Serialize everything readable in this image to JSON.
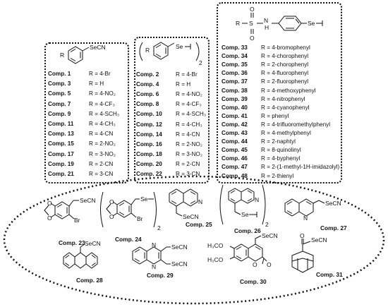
{
  "box1": {
    "struct": {
      "R": "R",
      "se": "SeCN"
    },
    "rows": [
      {
        "comp": "Comp. 1",
        "r": "R = 4-Br"
      },
      {
        "comp": "Comp. 3",
        "r": "R = H"
      },
      {
        "comp": "Comp. 5",
        "r": "R = 4-NO₂"
      },
      {
        "comp": "Comp. 7",
        "r": "R = 4-CF₃"
      },
      {
        "comp": "Comp. 9",
        "r": "R = 4-SCH₃"
      },
      {
        "comp": "Comp. 11",
        "r": "R = 4-CH₃"
      },
      {
        "comp": "Comp. 13",
        "r": "R = 4-CN"
      },
      {
        "comp": "Comp. 15",
        "r": "R = 2-NO₂"
      },
      {
        "comp": "Comp. 17",
        "r": "R = 3-NO₂"
      },
      {
        "comp": "Comp. 19",
        "r": "R = 2-CN"
      },
      {
        "comp": "Comp. 21",
        "r": "R = 3-CN"
      }
    ]
  },
  "box2": {
    "struct": {
      "R": "R",
      "se": "Se",
      "sub": "2"
    },
    "rows": [
      {
        "comp": "Comp. 2",
        "r": "R = 4-Br"
      },
      {
        "comp": "Comp. 4",
        "r": "R = H"
      },
      {
        "comp": "Comp. 6",
        "r": "R = 4-NO₂"
      },
      {
        "comp": "Comp. 8",
        "r": "R = 4-CF₃"
      },
      {
        "comp": "Comp. 10",
        "r": "R = 4-SCH₃"
      },
      {
        "comp": "Comp. 12",
        "r": "R = 4-CH₃"
      },
      {
        "comp": "Comp. 14",
        "r": "R = 4-CN"
      },
      {
        "comp": "Comp. 16",
        "r": "R = 2-NO₂"
      },
      {
        "comp": "Comp. 18",
        "r": "R = 3-NO₂"
      },
      {
        "comp": "Comp. 20",
        "r": "R = 2-CN"
      },
      {
        "comp": "Comp. 22",
        "r": "R = 3-CN"
      }
    ]
  },
  "box3": {
    "struct": {
      "R": "R",
      "S": "S",
      "O": "O",
      "N": "N",
      "H": "H",
      "se": "Se"
    },
    "rows": [
      {
        "comp": "Comp. 33",
        "r": "R = 4-bromophenyl"
      },
      {
        "comp": "Comp. 34",
        "r": "R = 4-chorophenyl"
      },
      {
        "comp": "Comp. 35",
        "r": "R = 2-chorophenyl"
      },
      {
        "comp": "Comp. 36",
        "r": "R = 4-fluorophenyl"
      },
      {
        "comp": "Comp. 37",
        "r": "R = 2-fluorophenyl"
      },
      {
        "comp": "Comp. 38",
        "r": "R = 4-methoxyphenyl"
      },
      {
        "comp": "Comp. 39",
        "r": "R = 4-nitrophenyl"
      },
      {
        "comp": "Comp. 40",
        "r": "R = 4-cyanophenyl"
      },
      {
        "comp": "Comp. 41",
        "r": "R = phenyl"
      },
      {
        "comp": "Comp. 42",
        "r": "R = 4-trifluoromethylphenyl"
      },
      {
        "comp": "Comp. 43",
        "r": "R = 4-methylphenyl"
      },
      {
        "comp": "Comp. 44",
        "r": "R = 2-naphtyl"
      },
      {
        "comp": "Comp. 45",
        "r": "R = 8-quinolinyl"
      },
      {
        "comp": "Comp. 46",
        "r": "R = 4-byphenyl"
      },
      {
        "comp": "Comp. 47",
        "r": "R = 2-(1-methyl-1H-imidazolyl)"
      },
      {
        "comp": "Comp. 48",
        "r": "R = 2-thienyl"
      }
    ]
  },
  "ellipse": {
    "c23": {
      "label": "Comp. 23",
      "se": "SeCN",
      "br": "Br",
      "o1": "O",
      "o2": "O"
    },
    "c24": {
      "label": "Comp. 24",
      "se": "Se",
      "br": "Br",
      "o1": "O",
      "o2": "O",
      "sub": "2"
    },
    "c25": {
      "label": "Comp. 25",
      "n": "N",
      "se": "SeCN"
    },
    "c26": {
      "label": "Comp. 26",
      "n": "N",
      "se": "Se",
      "sub": "2"
    },
    "c27": {
      "label": "Comp. 27",
      "n": "N",
      "se": "SeCN"
    },
    "c28": {
      "label": "Comp. 28",
      "se": "SeCN"
    },
    "c29": {
      "label": "Comp. 29",
      "n1": "N",
      "n2": "N",
      "se1": "SeCN",
      "se2": "SeCN"
    },
    "c30": {
      "label": "Comp. 30",
      "se": "SeCN",
      "ome1": "H₃CO",
      "ome2": "H₃CO",
      "o1": "O",
      "o2": "O"
    },
    "c31": {
      "label": "Comp. 31",
      "o": "O",
      "se": "SeCN"
    }
  }
}
